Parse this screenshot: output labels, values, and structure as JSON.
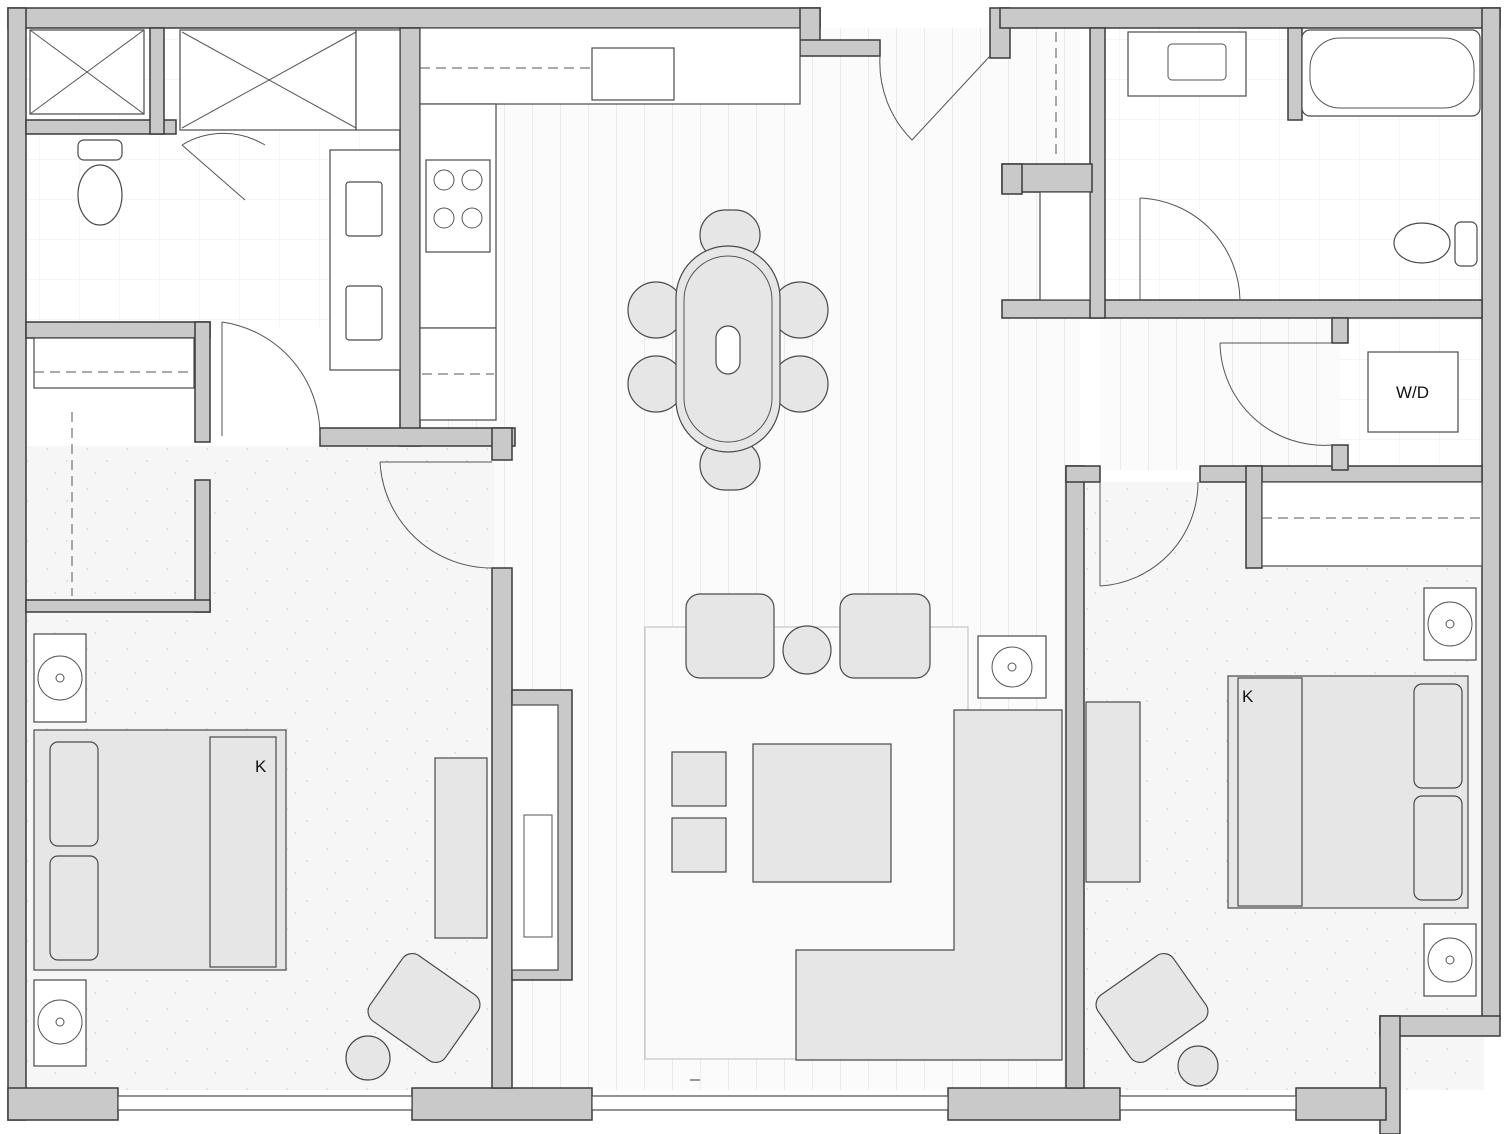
{
  "plan": {
    "bedroom_left_bed_label": "K",
    "bedroom_right_bed_label": "K",
    "laundry_label": "W/D"
  },
  "colors": {
    "wall": "#c9c9c9",
    "furniture": "#e6e6e6",
    "floor": "#f5f5f5",
    "line": "#3a3a3a"
  }
}
